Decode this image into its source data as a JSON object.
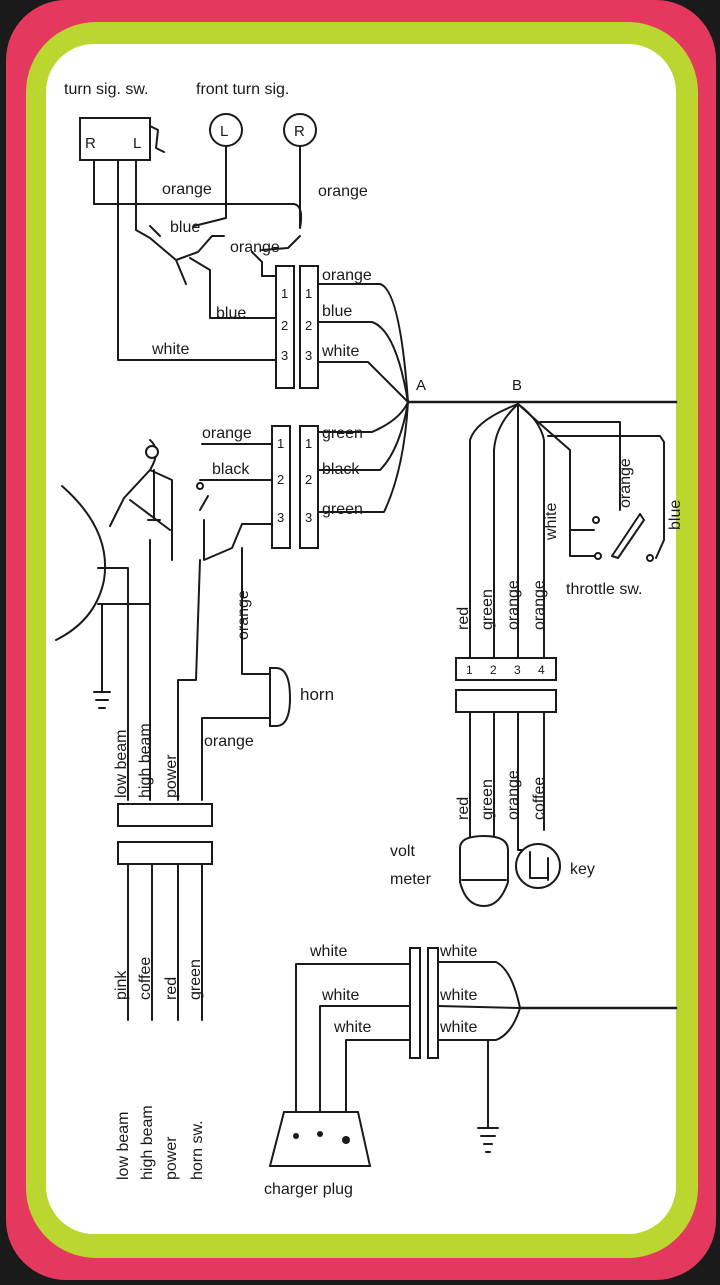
{
  "colors": {
    "outer_border": "#e4385f",
    "inner_border": "#bcd630",
    "panel": "#ffffff",
    "ink": "#1a1a1a"
  },
  "labels": {
    "turn_sig_sw": "turn sig. sw.",
    "front_turn_sig": "front turn sig.",
    "sw_R": "R",
    "sw_L": "L",
    "lamp_L": "L",
    "lamp_R": "R",
    "orange_top": "orange",
    "orange_right": "orange",
    "blue_mid": "blue",
    "orange_mid": "orange",
    "blue_low": "blue",
    "white_low": "white",
    "conn1_orange": "orange",
    "conn1_blue": "blue",
    "conn1_white": "white",
    "pin1": "1",
    "pin2": "2",
    "pin3": "3",
    "node_A": "A",
    "node_B": "B",
    "conn2_left_orange": "orange",
    "conn2_left_black": "black",
    "conn2_green1": "green",
    "conn2_black": "black",
    "conn2_green2": "green",
    "orange_vert": "orange",
    "horn": "horn",
    "orange_horn": "orange",
    "low_beam": "low beam",
    "high_beam": "high beam",
    "power": "power",
    "pink": "pink",
    "coffee": "coffee",
    "red": "red",
    "green": "green",
    "low_beam_b": "low beam",
    "high_beam_b": "high beam",
    "power_b": "power",
    "horn_sw": "horn sw.",
    "white_v": "white",
    "orange_v": "orange",
    "blue_v": "blue",
    "throttle_sw": "throttle sw.",
    "red_u": "red",
    "green_u": "green",
    "orange_u1": "orange",
    "orange_u2": "orange",
    "red_d": "red",
    "green_d": "green",
    "orange_d": "orange",
    "coffee_d": "coffee",
    "pin4": "4",
    "volt_meter_1": "volt",
    "volt_meter_2": "meter",
    "key": "key",
    "white_1": "white",
    "white_2": "white",
    "white_3": "white",
    "white_r1": "white",
    "white_r2": "white",
    "white_r3": "white",
    "charger_plug": "charger plug"
  }
}
